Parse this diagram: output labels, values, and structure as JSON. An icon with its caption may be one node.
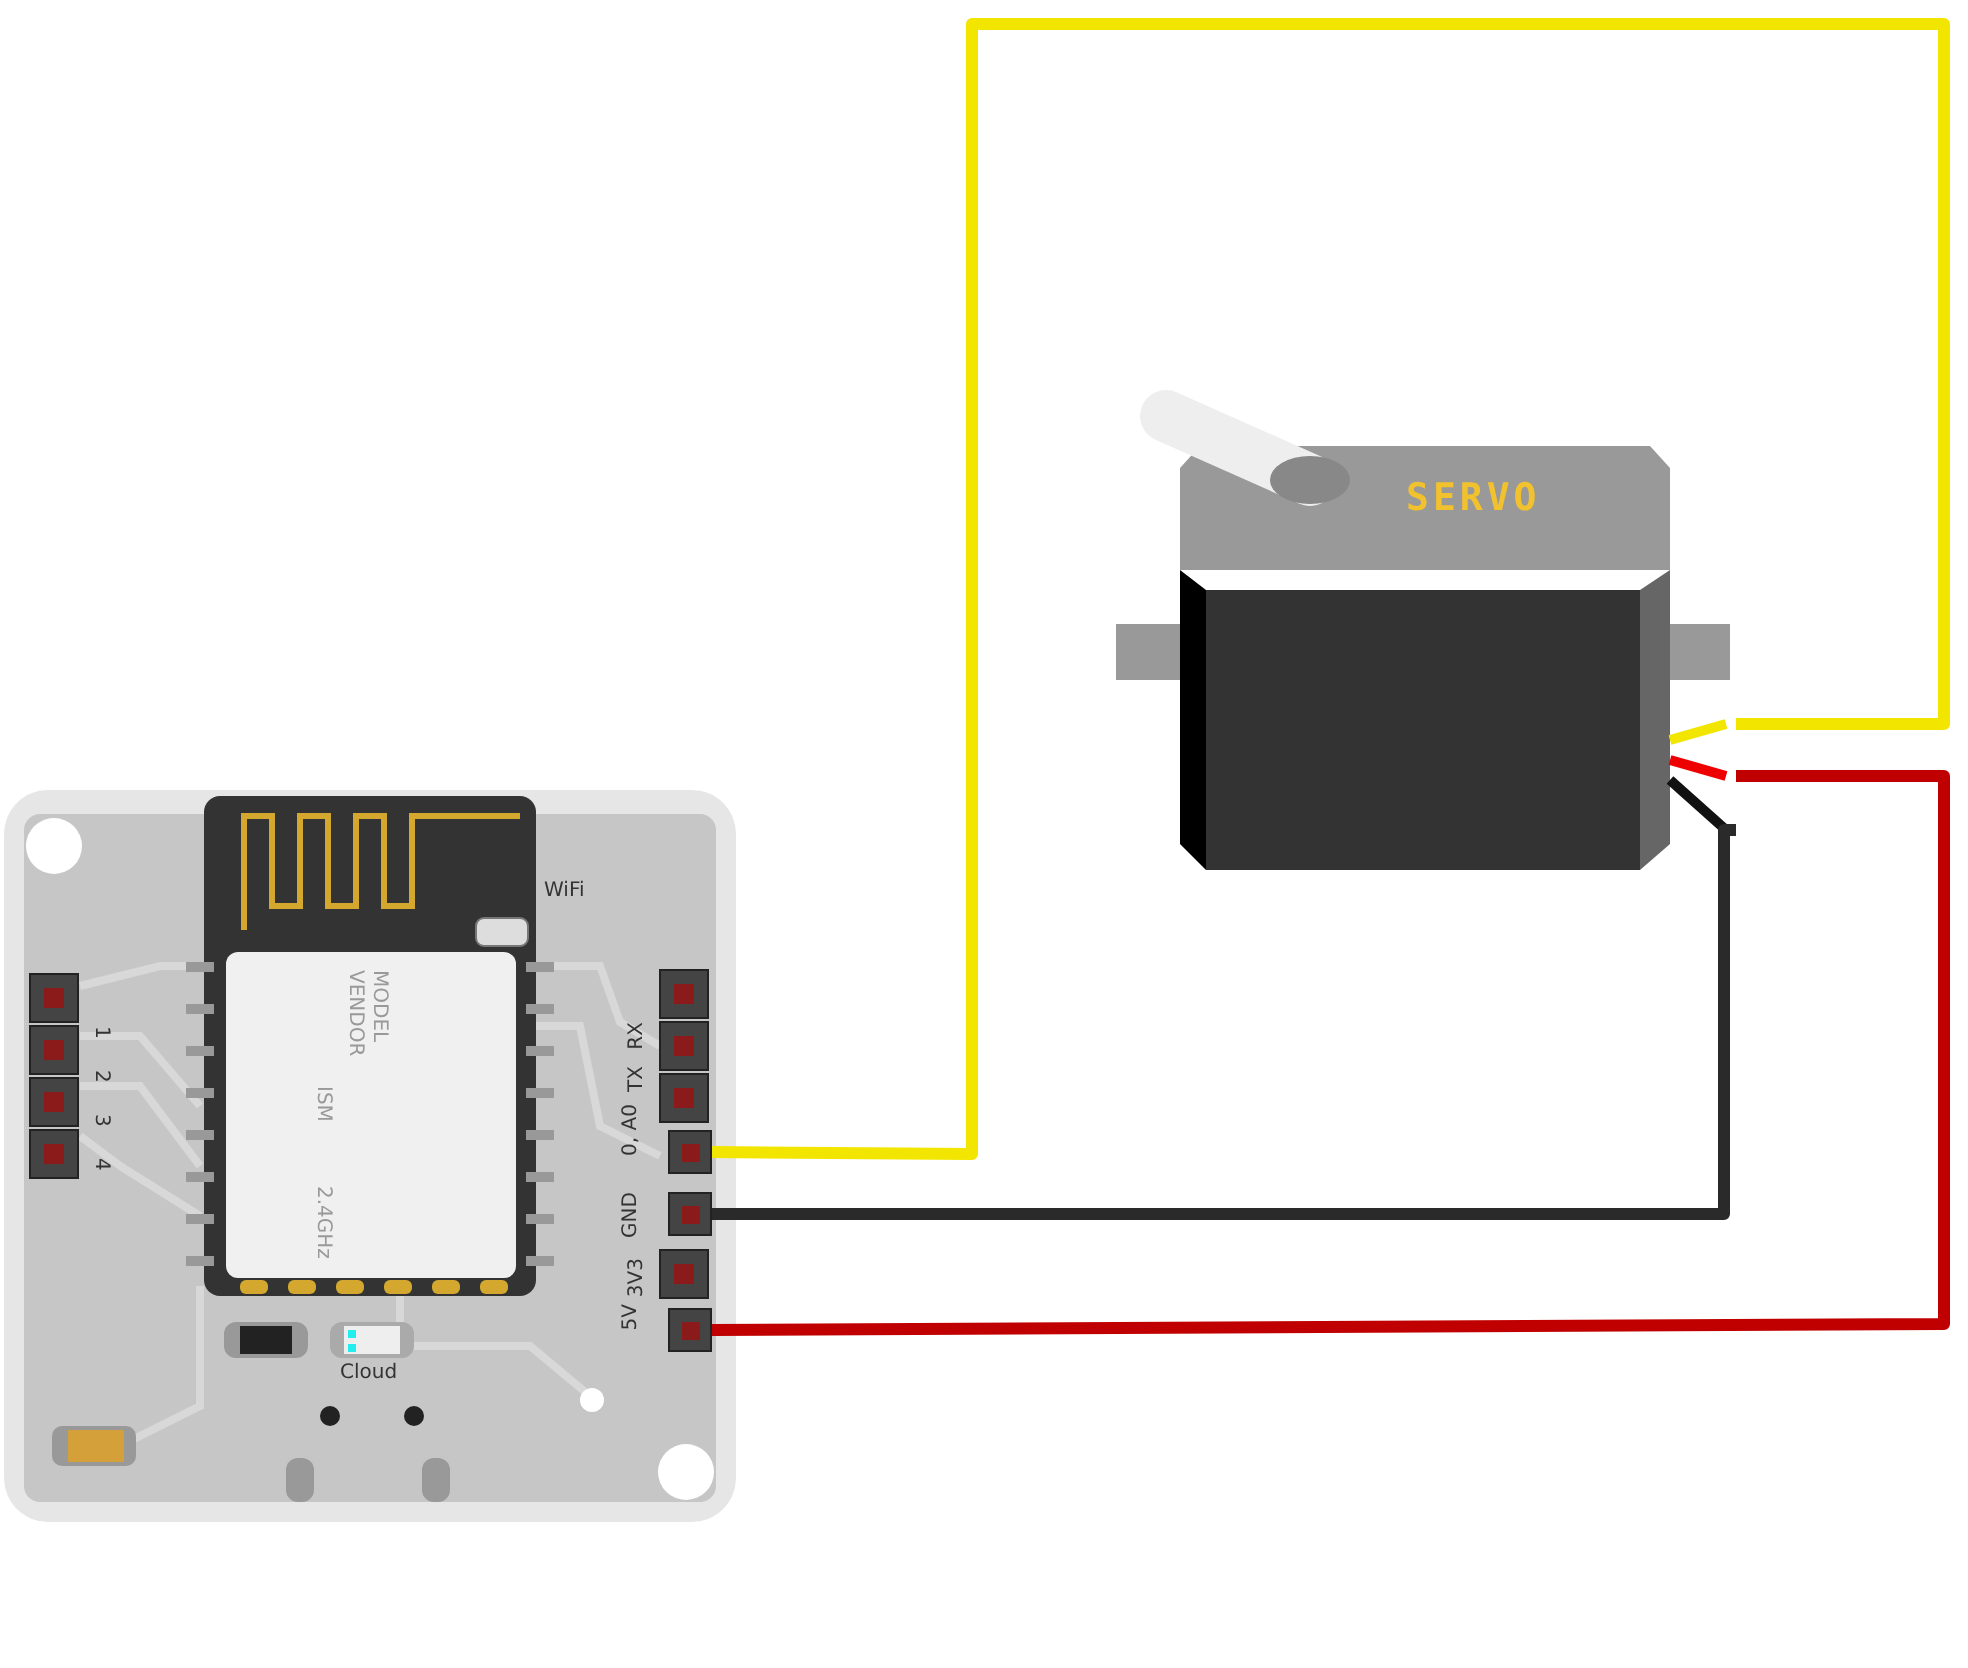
{
  "diagram": {
    "nodes": [
      {
        "text": [],
        "shape": "box"
      },
      {
        "text": [
          "0, A0"
        ],
        "in": 0
      },
      {
        "text": [
          "GND"
        ],
        "in": 0
      },
      {
        "text": [
          "5V"
        ],
        "in": 0
      },
      {
        "text": [
          "SERVO"
        ]
      }
    ],
    "edges": [
      {
        "from": 1,
        "to": 4,
        "arrow": "none",
        "color": "#f2e600"
      },
      {
        "from": 2,
        "to": 4,
        "arrow": "none",
        "color": "#2a2a2a"
      },
      {
        "from": 3,
        "to": 4,
        "arrow": "none",
        "color": "#c00000"
      }
    ],
    "labels": [
      "WiFi",
      "MODEL",
      "VENDOR",
      "ISM",
      "2.4GHz",
      "1",
      "2",
      "3",
      "4",
      "RX",
      "TX",
      "3V3",
      "Cloud"
    ]
  }
}
